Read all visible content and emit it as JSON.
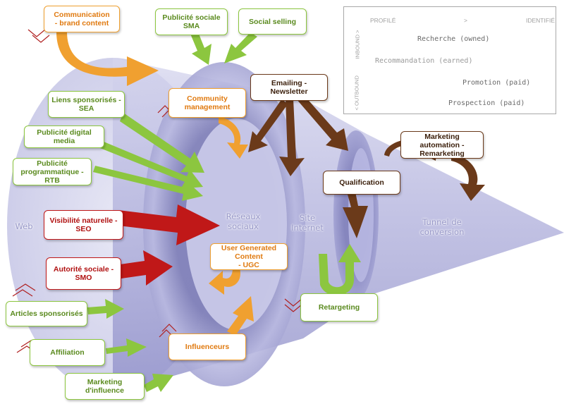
{
  "zones": {
    "web": "Web",
    "social": "Réseaux\nsociaux",
    "site": "Site\nInternet",
    "tunnel": "Tunnel de\nconversion"
  },
  "boxes": {
    "communication": "Communication\n- brand content",
    "pub_sociale": "Publicité sociale\nSMA",
    "social_selling": "Social selling",
    "liens": "Liens sponsorisés -\nSEA",
    "pub_digital": "Publicité digital media",
    "pub_prog": "Publicité\nprogrammatique - RTB",
    "visibilite": "Visibilité naturelle -\nSEO",
    "autorite": "Autorité sociale -\nSMO",
    "articles": "Articles sponsorisés",
    "affiliation": "Affiliation",
    "marketing_influence": "Marketing d'influence",
    "community": "Community\nmanagement",
    "ugc": "User Generated Content\n- UGC",
    "influenceurs": "Influenceurs",
    "emailing": "Emailing -\nNewsletter",
    "qualification": "Qualification",
    "marketing_auto": "Marketing automation -\nRemarketing",
    "retargeting": "Retargeting"
  },
  "legend": {
    "profile": "PROFILÉ",
    "arrow": ">",
    "identified": "IDENTIFIÉ",
    "inbound": "INBOUND >",
    "outbound": "< OUTBOUND",
    "items": [
      {
        "label": "Recherche (owned)",
        "color": "#c01818"
      },
      {
        "label": "Recommandation (earned)",
        "color": "#f0a030"
      },
      {
        "label": "Promotion (paid)",
        "color": "#8cc63f"
      },
      {
        "label": "Prospection (paid)",
        "color": "#6b3a1a"
      }
    ]
  },
  "colors": {
    "red": "#c01818",
    "orange": "#f0a030",
    "green": "#8cc63f",
    "brown": "#6b3a1a",
    "funnel": "#b4b4dc"
  }
}
